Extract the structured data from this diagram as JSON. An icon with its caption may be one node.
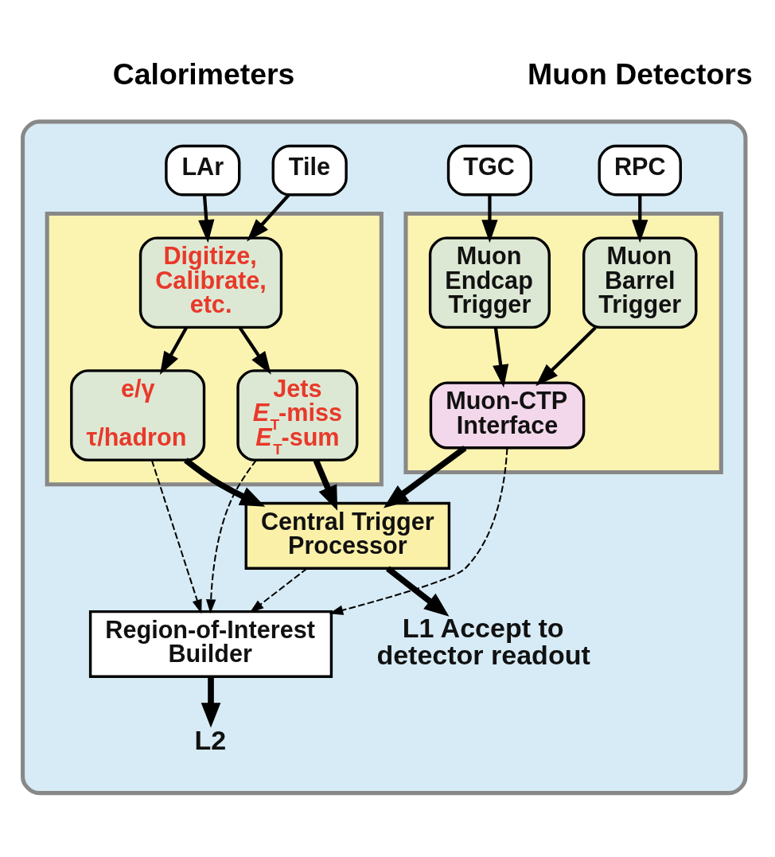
{
  "diagram": {
    "nodes": [
      {
        "text": [],
        "shape": "box"
      },
      {
        "text": [
          "LAr"
        ],
        "in": 0
      },
      {
        "text": [
          "Tile"
        ],
        "in": 0
      },
      {
        "text": [
          "RPC"
        ],
        "in": 0
      },
      {
        "text": [
          "TGC"
        ],
        "in": 0
      },
      {
        "text": [],
        "shape": "box",
        "in": 0
      },
      {
        "text": [
          "Digitize, Calibrate, etc."
        ],
        "in": 5
      },
      {
        "text": [
          "e/γ",
          "τ/hadron"
        ],
        "in": 5
      },
      {
        "text": [
          "Jets *E*$_{T}$-miss *E*$_{T}$-sum"
        ],
        "in": 5
      },
      {
        "text": [],
        "shape": "box",
        "in": 0
      },
      {
        "text": [
          "Muon Barrel Trigger"
        ],
        "in": 9
      },
      {
        "text": [
          "Muon Endcap Trigger"
        ],
        "in": 9
      },
      {
        "text": [
          "Muon-CTP Interface"
        ],
        "in": 9
      },
      {
        "text": [
          "Central Trigger Processor"
        ],
        "in": 0
      },
      {
        "text": [
          "Region-of-Interest Builder"
        ],
        "in": 0
      },
      {
        "text": [
          "L1 Accept to detector readout"
        ],
        "in": 0
      },
      {
        "text": [
          "L2"
        ],
        "in": 0
      }
    ],
    "edges": [
      {
        "from": 1,
        "to": 6,
        "arrow": "to"
      },
      {
        "from": 2,
        "to": 6,
        "arrow": "to"
      },
      {
        "from": 3,
        "to": 10,
        "arrow": "to"
      },
      {
        "from": 4,
        "to": 11,
        "arrow": "to"
      },
      {
        "from": 6,
        "to": 7,
        "arrow": "to"
      },
      {
        "from": 6,
        "to": 8,
        "arrow": "to"
      },
      {
        "from": 10,
        "to": 12,
        "arrow": "to"
      },
      {
        "from": 11,
        "to": 12,
        "arrow": "to"
      },
      {
        "from": 7,
        "to": 13,
        "arrow": "to",
        "style": "thick"
      },
      {
        "from": 8,
        "to": 13,
        "arrow": "to",
        "style": "thick"
      },
      {
        "from": 12,
        "to": 13,
        "arrow": "to",
        "style": "thick"
      },
      {
        "from": 7,
        "to": 14,
        "arrow": "to",
        "style": "dashed"
      },
      {
        "from": 8,
        "to": 14,
        "arrow": "to",
        "style": "dashed"
      },
      {
        "from": 12,
        "to": 14,
        "arrow": "to",
        "style": "dashed"
      },
      {
        "from": 13,
        "to": 14,
        "arrow": "to",
        "style": "dashed"
      },
      {
        "from": 13,
        "to": 15,
        "arrow": "to",
        "style": "thick"
      },
      {
        "from": 14,
        "to": 16,
        "arrow": "to",
        "style": "thick"
      }
    ],
    "labels": [
      "Calorimeters",
      "Muon Detectors"
    ]
  }
}
